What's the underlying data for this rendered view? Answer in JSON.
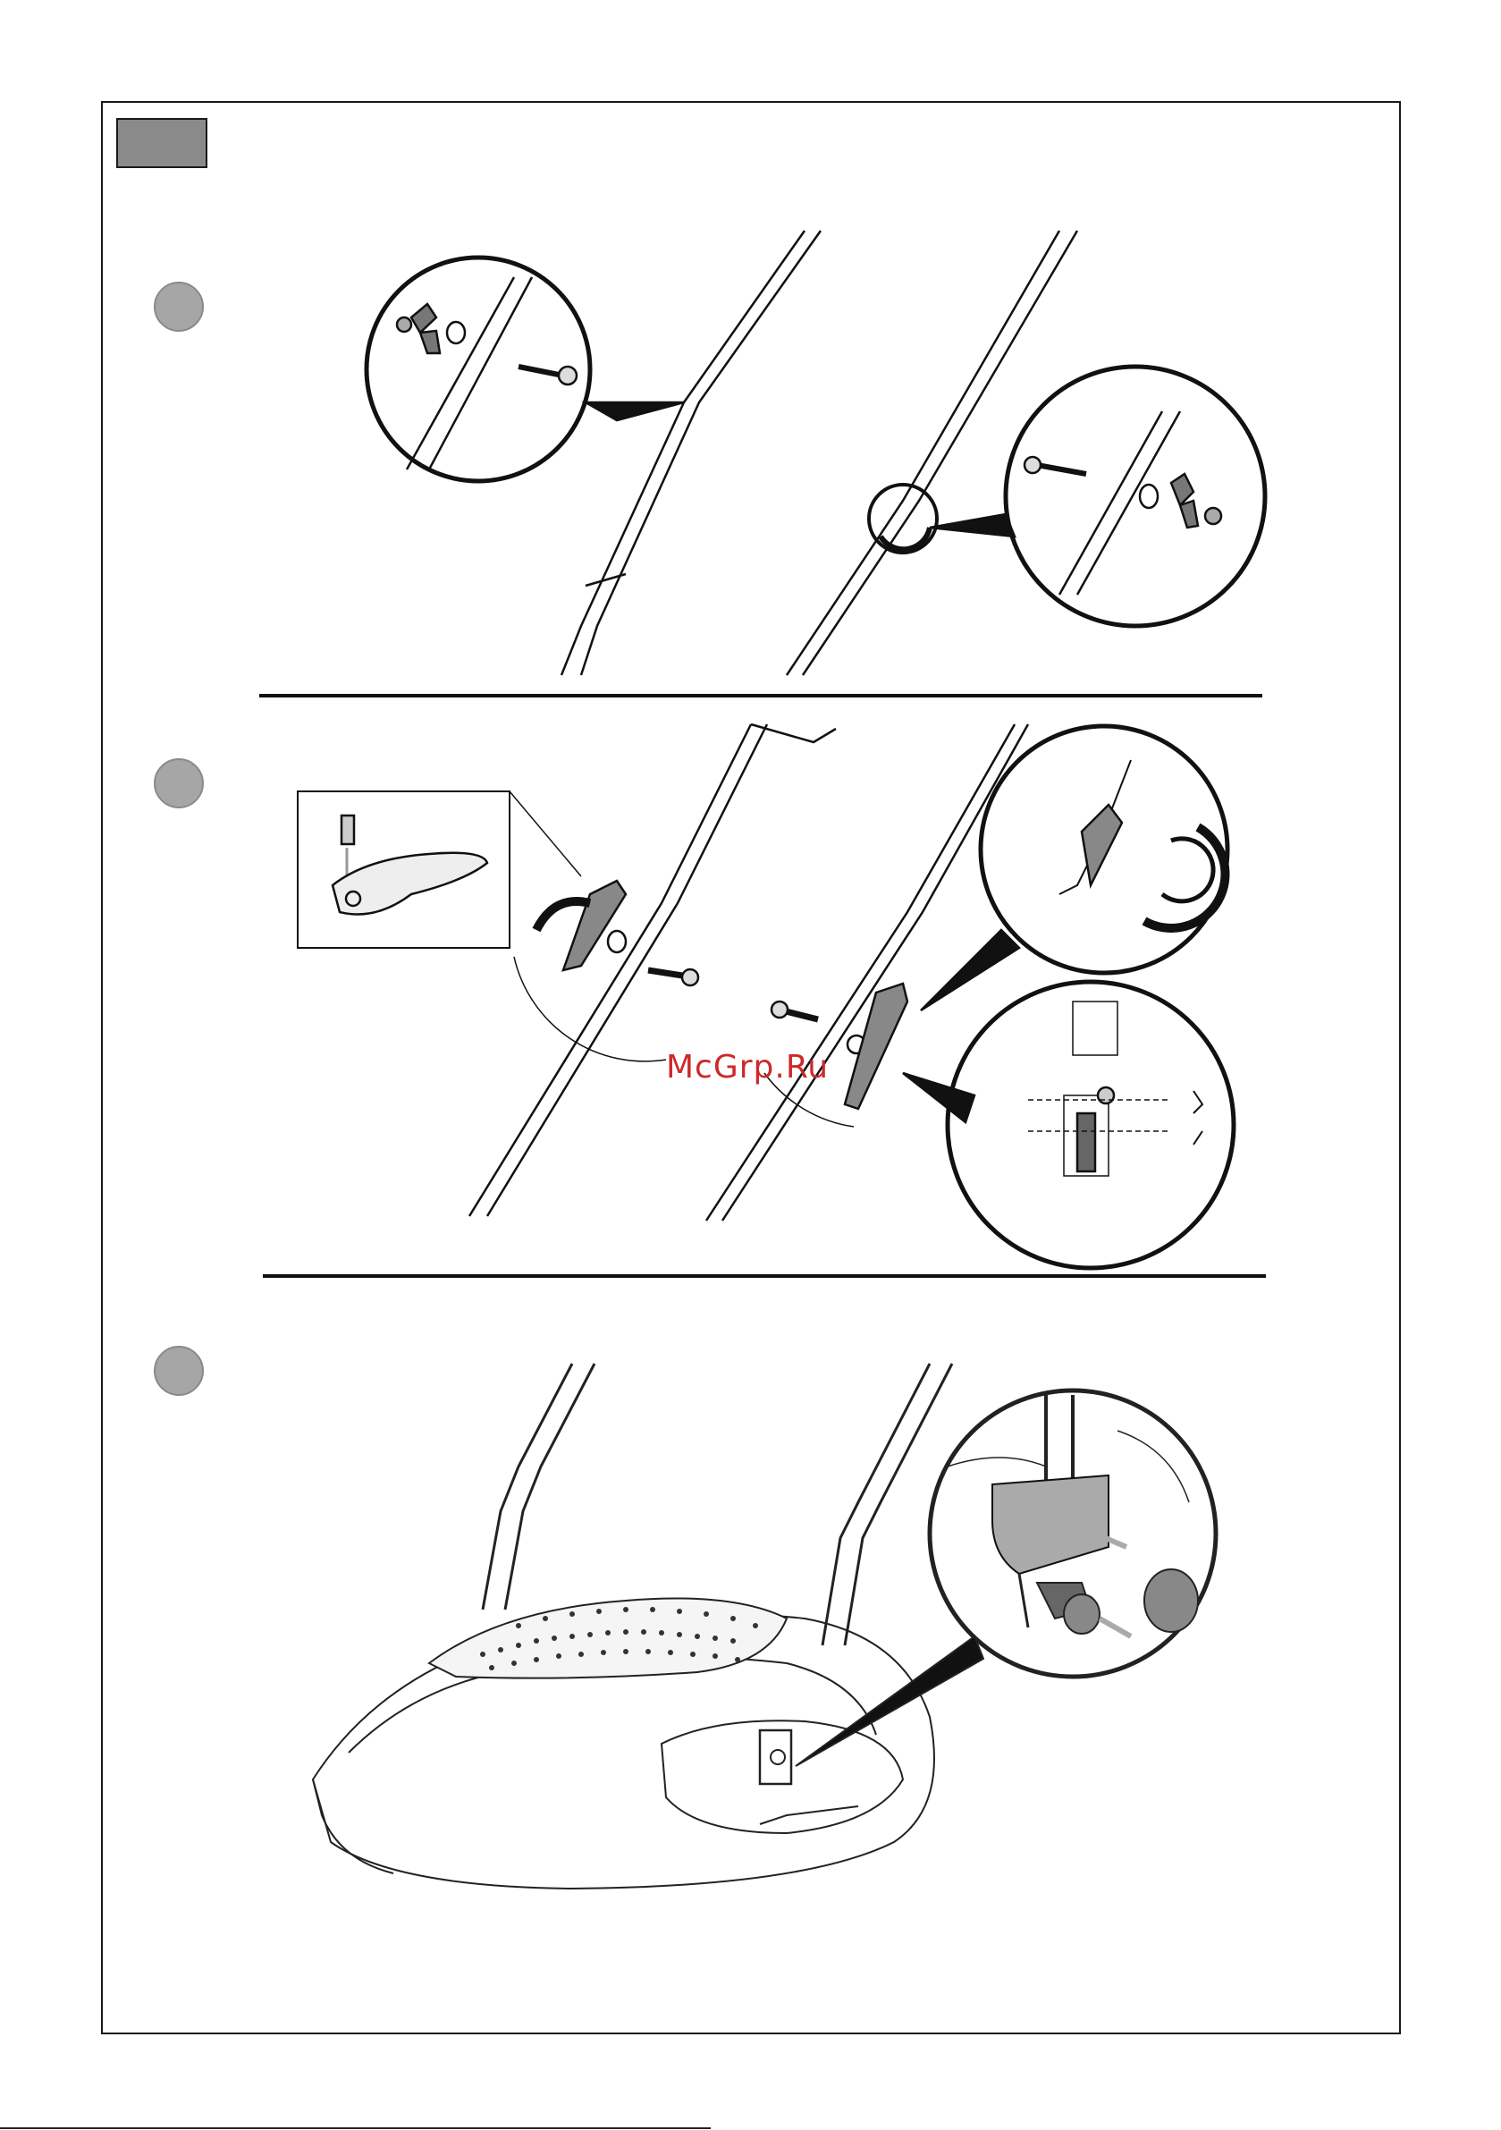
{
  "watermark": {
    "text": "McGrp.Ru",
    "color": "#cc2a2a"
  },
  "colors": {
    "line": "#111111",
    "marker": "#a6a6a6",
    "tab": "#8a8a8a"
  },
  "steps": [
    {
      "icon": "grey-step-circle"
    },
    {
      "icon": "grey-step-circle"
    },
    {
      "icon": "grey-step-circle"
    }
  ],
  "figures": [
    {
      "name": "handle-bolt-assembly",
      "icons": [
        "wing-nut",
        "washer",
        "bolt",
        "nut"
      ]
    },
    {
      "name": "quick-release-lever-assembly",
      "icons": [
        "lever",
        "pin",
        "bolt",
        "rotate-arrow"
      ]
    },
    {
      "name": "mower-body-handle-clip",
      "icons": [
        "mower-deck",
        "spring-clip",
        "pull-arrow"
      ]
    }
  ]
}
